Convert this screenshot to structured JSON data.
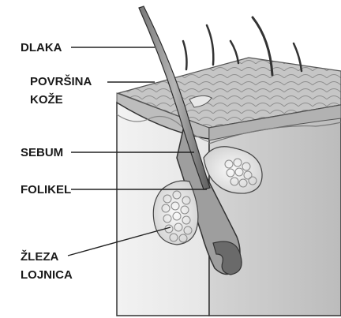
{
  "labels": {
    "hair": "DLAKA",
    "skin_surface_line1": "POVRŠINA",
    "skin_surface_line2": "KOŽE",
    "sebum": "SEBUM",
    "follicle": "FOLIKEL",
    "gland_line1": "ŽLEZA",
    "gland_line2": "LOJNICA"
  }
}
